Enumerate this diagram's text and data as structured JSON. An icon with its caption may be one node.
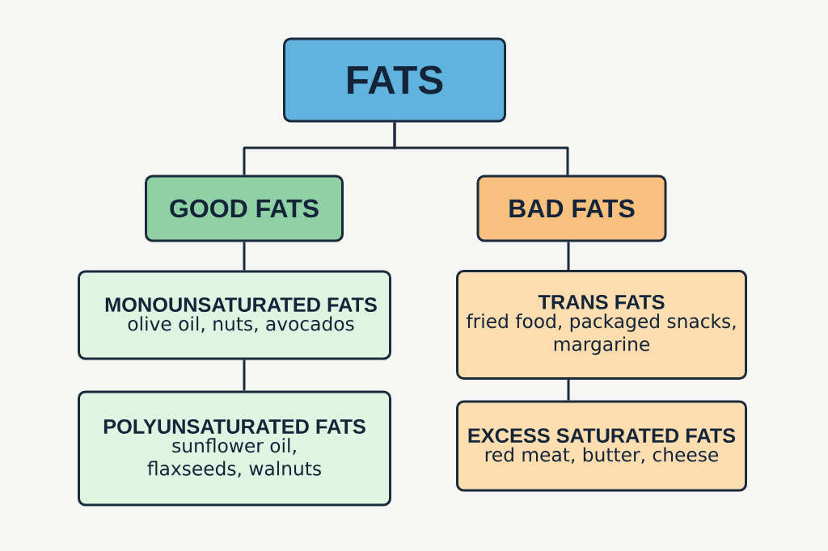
{
  "diagram": {
    "nodes": [
      {
        "text": [
          "FATS"
        ]
      },
      {
        "text": [
          "GOOD FATS"
        ]
      },
      {
        "text": [
          "BAD FATS"
        ]
      },
      {
        "text": [
          "MONOUNSATURATED FATS",
          "olive oil, nuts, avocados"
        ]
      },
      {
        "text": [
          "POLYUNSATURATED FATS",
          "sunflower oil, flaxseeds, walnuts"
        ]
      },
      {
        "text": [
          "TRANS FATS",
          "fried food, packaged snacks, margarine"
        ]
      },
      {
        "text": [
          "EXCESS SATURATED FATS",
          "red meat, butter, cheese"
        ]
      }
    ],
    "edges": [
      {
        "from": 0,
        "to": 1,
        "arrow": "none"
      },
      {
        "from": 0,
        "to": 2,
        "arrow": "none"
      },
      {
        "from": 1,
        "to": 3,
        "arrow": "none"
      },
      {
        "from": 3,
        "to": 4,
        "arrow": "none"
      },
      {
        "from": 2,
        "to": 5,
        "arrow": "none"
      },
      {
        "from": 5,
        "to": 6,
        "arrow": "none"
      }
    ]
  }
}
